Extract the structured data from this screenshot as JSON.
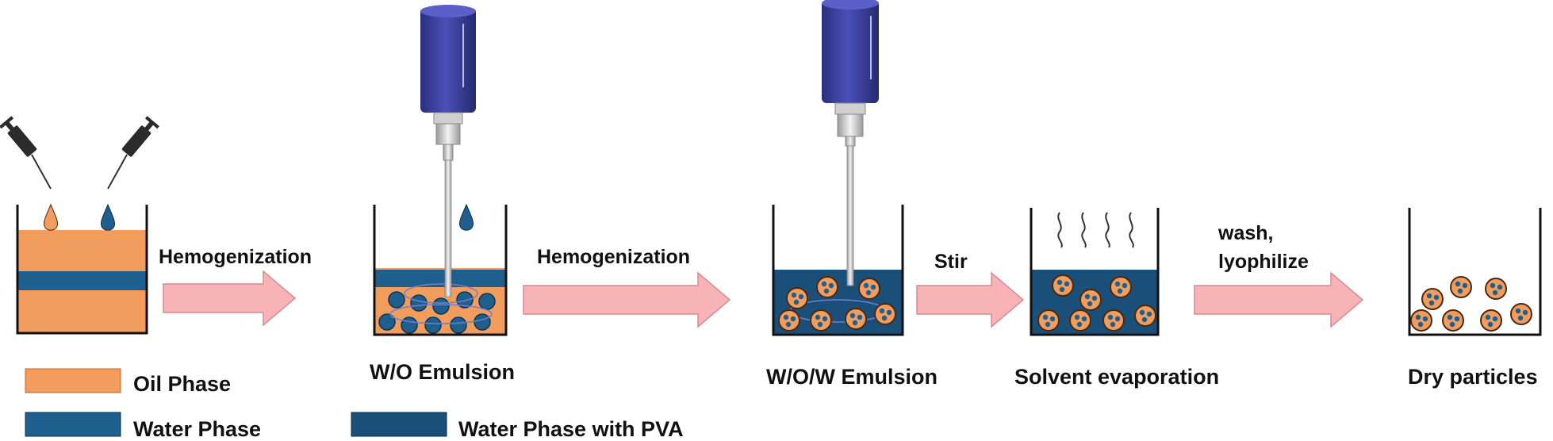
{
  "steps": {
    "arrow1_label": "Hemogenization",
    "arrow2_label": "Hemogenization",
    "arrow3_label": "Stir",
    "arrow4_label_line1": "wash,",
    "arrow4_label_line2": "lyophilize"
  },
  "stages": {
    "wo_emulsion": "W/O Emulsion",
    "wow_emulsion": "W/O/W Emulsion",
    "solvent_evaporation": "Solvent evaporation",
    "dry_particles": "Dry particles"
  },
  "legend": {
    "oil_phase": "Oil Phase",
    "water_phase": "Water Phase",
    "water_phase_pva": "Water Phase with PVA"
  },
  "colors": {
    "oil": "#f29d5e",
    "water": "#1e5f8e",
    "water_pva": "#1a4f7a",
    "arrow_fill": "#f7b3b6",
    "arrow_stroke": "#d98a90",
    "motor": "#3a3f9a"
  }
}
